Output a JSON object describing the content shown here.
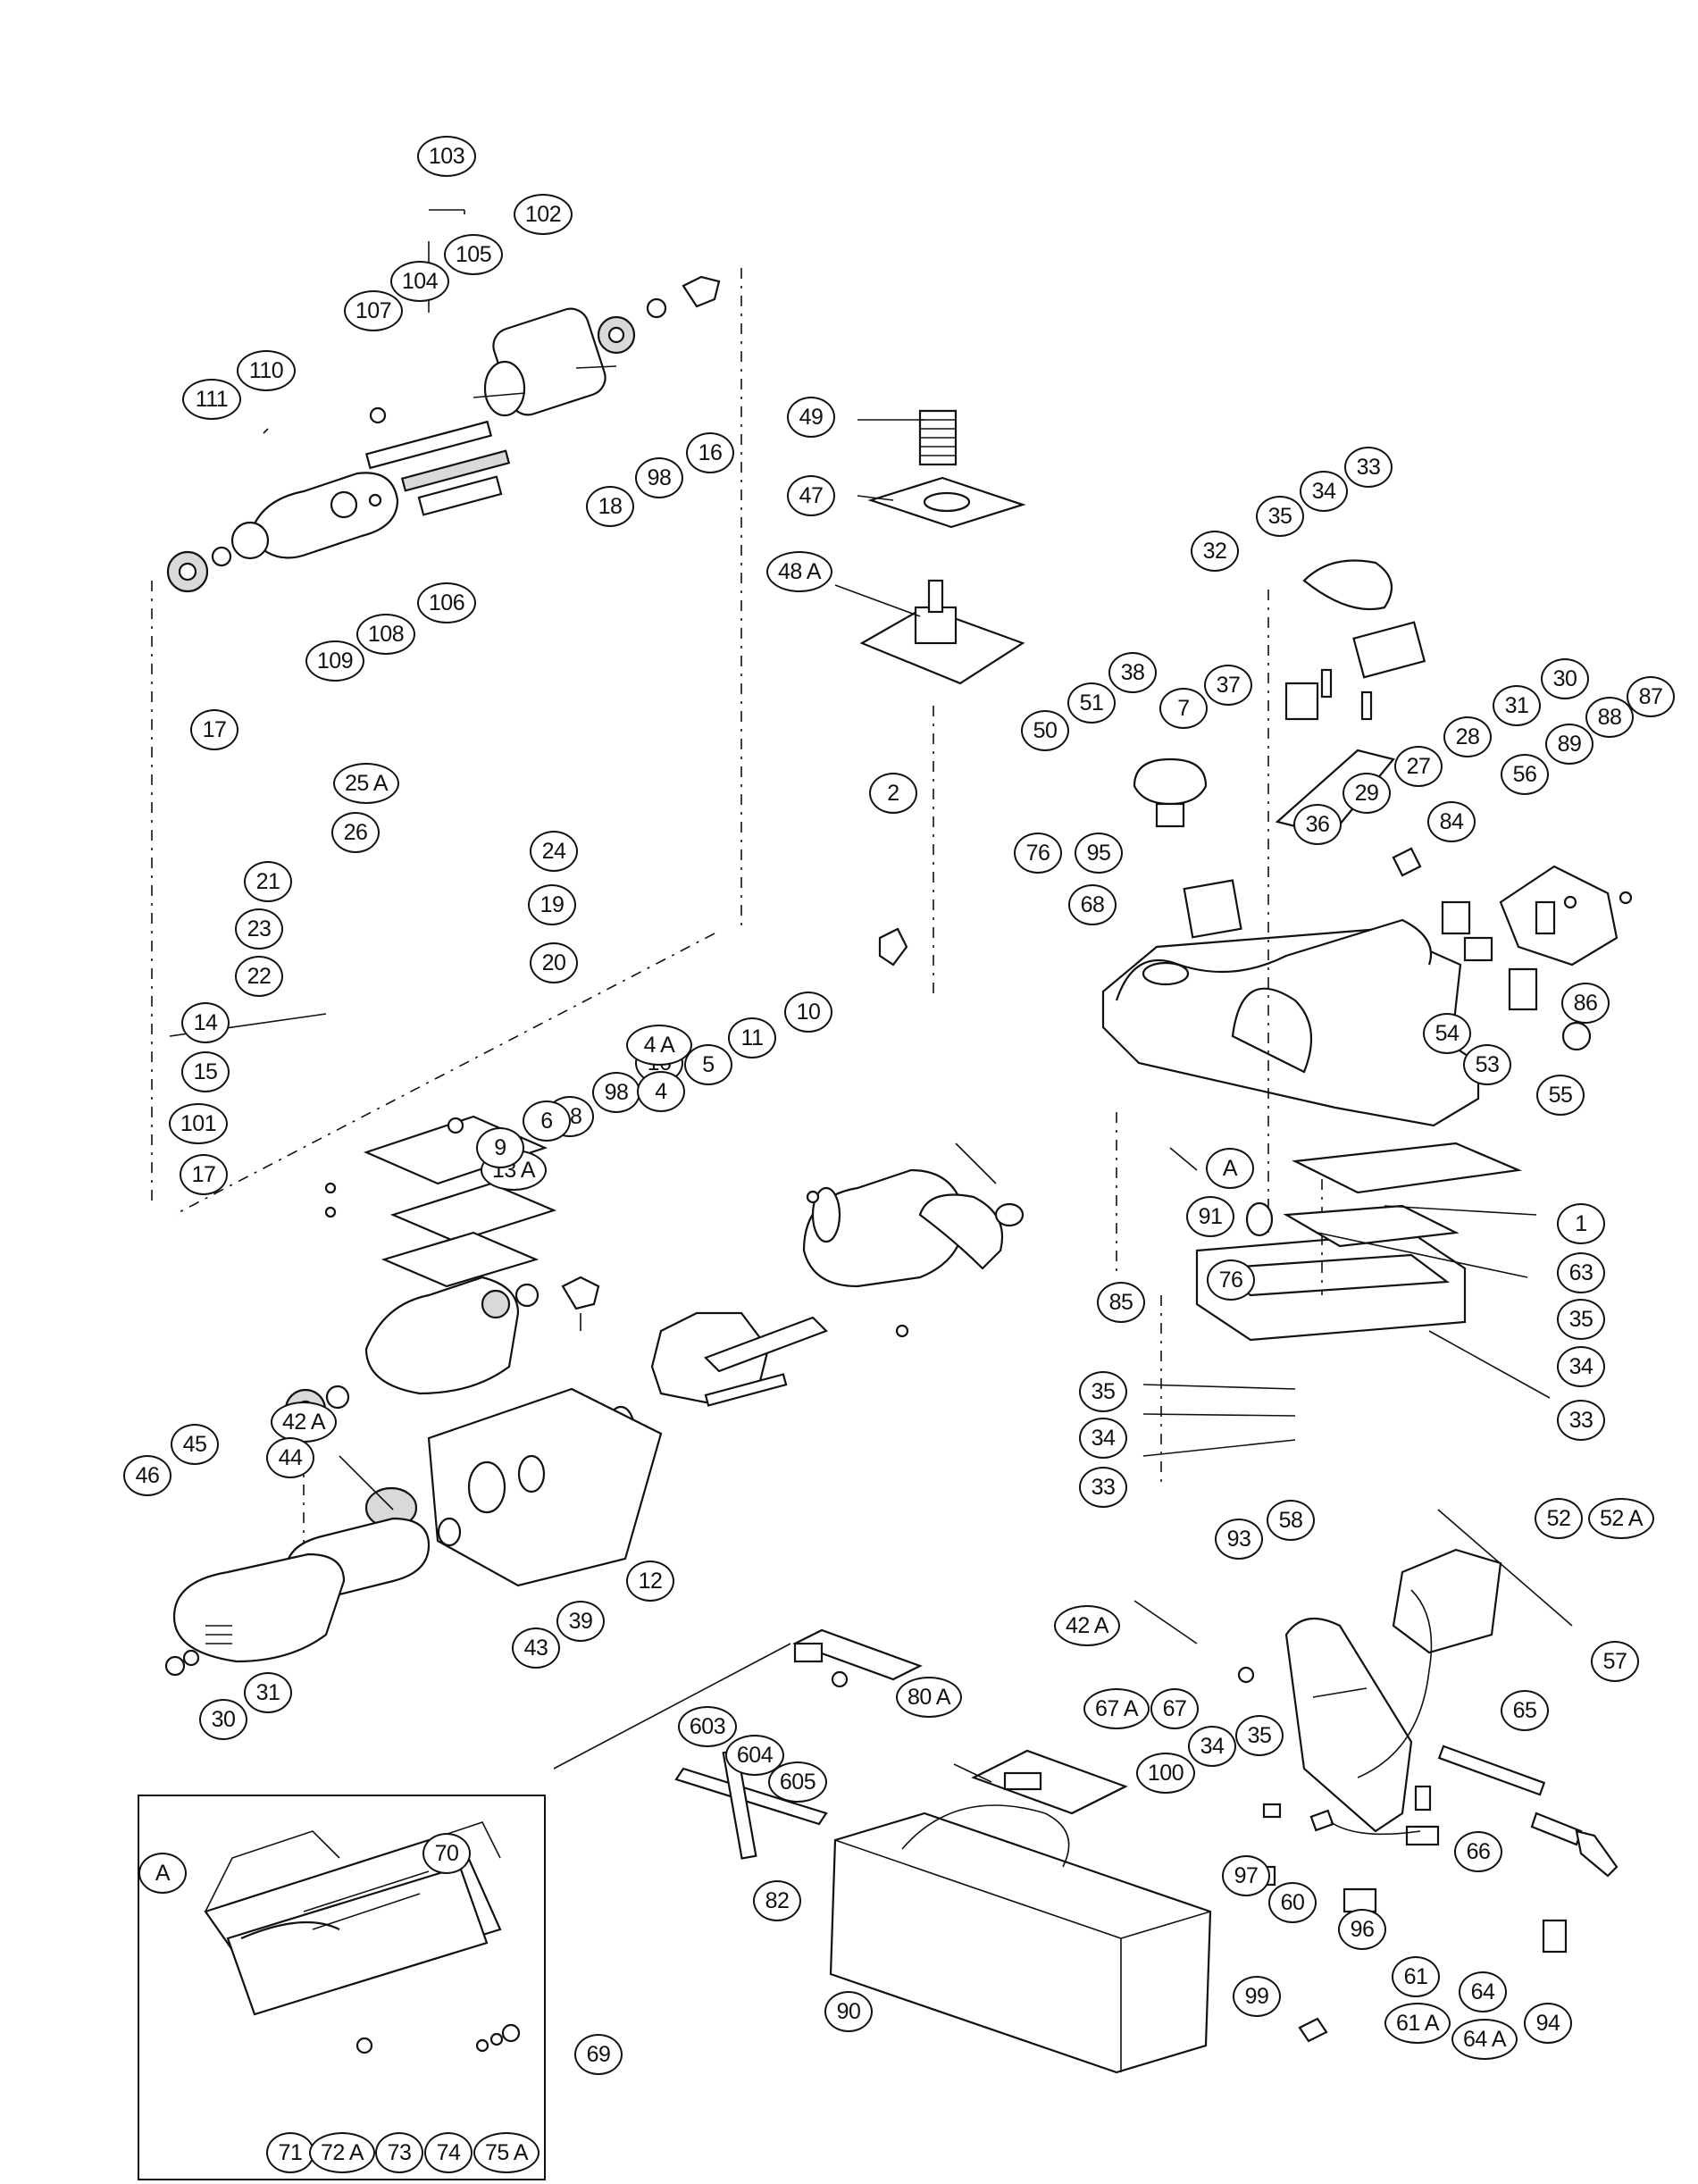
{
  "callouts": {
    "c103": "103",
    "c102": "102",
    "c104": "104",
    "c105": "105",
    "c107": "107",
    "c110": "110",
    "c111": "111",
    "c16a": "16",
    "c98a": "98",
    "c18a": "18",
    "c106": "106",
    "c108": "108",
    "c109": "109",
    "c17a": "17",
    "c49": "49",
    "c47": "47",
    "c48A": "48 A",
    "c2": "2",
    "c33a": "33",
    "c34a": "34",
    "c35a": "35",
    "c32": "32",
    "c30a": "30",
    "c31a": "31",
    "c28": "28",
    "c27": "27",
    "c29": "29",
    "c38": "38",
    "c7": "7",
    "c37": "37",
    "c51": "51",
    "c50": "50",
    "c36": "36",
    "c76a": "76",
    "c95": "95",
    "c68": "68",
    "c84": "84",
    "c56": "56",
    "c89": "89",
    "c88": "88",
    "c87": "87",
    "c86": "86",
    "c54": "54",
    "c53": "53",
    "c55": "55",
    "c25A": "25 A",
    "c26": "26",
    "c24": "24",
    "c21": "21",
    "c19": "19",
    "c23": "23",
    "c20": "20",
    "c22": "22",
    "c14": "14",
    "c15": "15",
    "c16b": "16",
    "c98b": "98",
    "c18b": "18",
    "c101": "101",
    "c17b": "17",
    "c13A": "13 A",
    "c10": "10",
    "c4A": "4 A",
    "c11": "11",
    "c5": "5",
    "c4": "4",
    "c6": "6",
    "c9": "9",
    "cAa": "A",
    "c91": "91",
    "c1": "1",
    "c76b": "76",
    "c63": "63",
    "c85": "85",
    "c35b": "35",
    "c34b": "34",
    "c33b": "33",
    "c35c": "35",
    "c34c": "34",
    "c33c": "33",
    "c52": "52",
    "c52A": "52 A",
    "c42Aa": "42 A",
    "c44": "44",
    "c45": "45",
    "c46": "46",
    "c12": "12",
    "c43": "43",
    "c39": "39",
    "c31b": "31",
    "c30b": "30",
    "c93": "93",
    "c58": "58",
    "c57": "57",
    "c42Ab": "42 A",
    "c67A": "67 A",
    "c67": "67",
    "c65": "65",
    "c35d": "35",
    "c34d": "34",
    "c100": "100",
    "c66": "66",
    "c603": "603",
    "c604": "604",
    "c605": "605",
    "c80A": "80 A",
    "c82": "82",
    "c90": "90",
    "c97": "97",
    "c60": "60",
    "c96": "96",
    "c61": "61",
    "c61A": "61 A",
    "c64": "64",
    "c64A": "64 A",
    "c94": "94",
    "c99": "99",
    "c70": "70",
    "cAb": "A",
    "c69": "69",
    "c71": "71",
    "c72A": "72 A",
    "c73": "73",
    "c74": "74",
    "c75A": "75 A"
  }
}
